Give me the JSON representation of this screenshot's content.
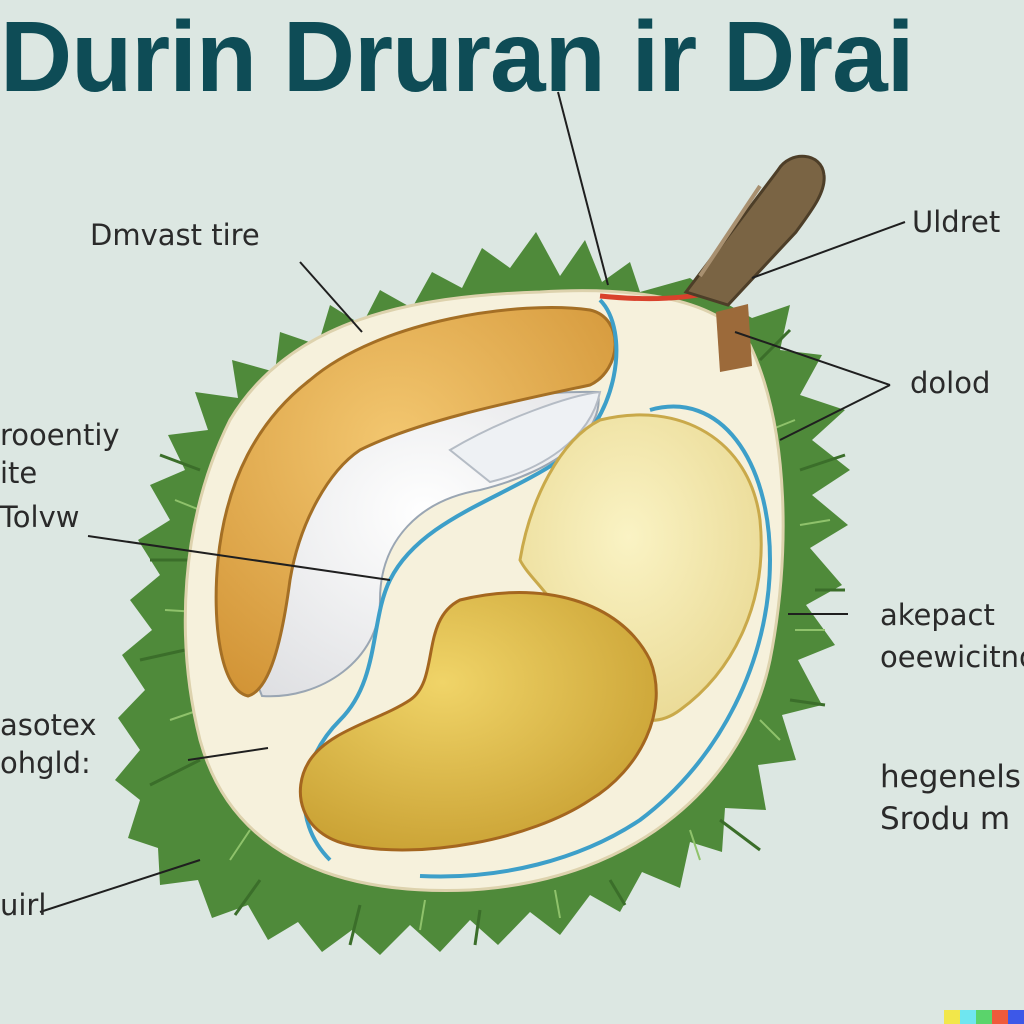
{
  "title": "Durin Druran ir Drai",
  "labels": {
    "top_left": "Dmvast tire",
    "top_right": "Uldret",
    "right_1": "dolod",
    "left_1": "rooentiy",
    "left_2": "ite",
    "left_3": "Tolvw",
    "right_2": "akepact",
    "right_3": "oeewicitno",
    "left_4": "asotex",
    "left_5": "ohgld:",
    "right_4": "hegenels",
    "right_5": "Srodu m",
    "bottom_left": "uirl"
  },
  "colors": {
    "title": "#0e4c56",
    "background": "#dce7e2",
    "spikes": "#4f8a3a",
    "aril_orange": "#dba24a",
    "aril_yellow": "#c9a634",
    "aril_pale": "#ecdf9c",
    "seed_white": "#f3f3f3",
    "husk_cream": "#f6f1dc",
    "stem": "#6e5a3a"
  },
  "watermark_colors": [
    "#f2e74a",
    "#6fe6f0",
    "#5ad46b",
    "#ef5a3b",
    "#3d58e8"
  ]
}
